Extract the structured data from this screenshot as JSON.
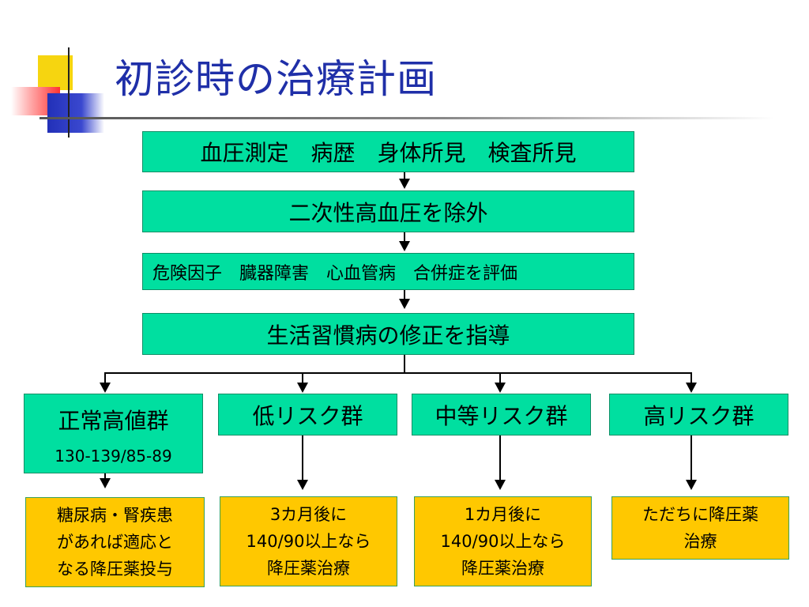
{
  "title": "初診時の治療計画",
  "steps": [
    "血圧測定　病歴　身体所見　検査所見",
    "二次性高血圧を除外",
    "危険因子　臓器障害　心血管病　合併症を評価",
    "生活習慣病の修正を指導"
  ],
  "groups": [
    {
      "label": "正常高値群",
      "sub": "130-139/85-89",
      "result": [
        "糖尿病・腎疾患",
        "があれば適応と",
        "なる降圧薬投与"
      ]
    },
    {
      "label": "低リスク群",
      "result": [
        "3カ月後に",
        "140/90以上なら",
        "降圧薬治療"
      ]
    },
    {
      "label": "中等リスク群",
      "result": [
        "1カ月後に",
        "140/90以上なら",
        "降圧薬治療"
      ]
    },
    {
      "label": "高リスク群",
      "result": [
        "ただちに降圧薬",
        "治療"
      ]
    }
  ],
  "colors": {
    "title": "#1f2fa8",
    "process_box": "#00dfa0",
    "result_box": "#ffc800"
  }
}
